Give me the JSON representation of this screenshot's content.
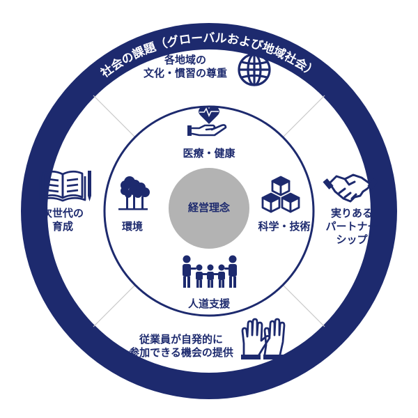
{
  "outer_ring_title": "社会の課題（グローバルおよび地域社会）",
  "center": {
    "label": "経営理念"
  },
  "inner_items": {
    "health": "医療・健康",
    "environment": "環境",
    "science": "科学・技術",
    "humanitarian": "人道支援"
  },
  "outer_items": {
    "culture": {
      "line1": "各地域の",
      "line2": "文化・慣習の尊重"
    },
    "partnership": {
      "line1": "実りある",
      "line2": "パートナー",
      "line3": "シップ"
    },
    "employee": {
      "line1": "従業員が自発的に",
      "line2": "参加できる機会の提供"
    },
    "next_gen": {
      "line1": "次世代の",
      "line2": "育成"
    }
  },
  "icons": {
    "culture": "globe-icon",
    "partnership": "handshake-icon",
    "employee": "raised-hands-icon",
    "next_gen": "book-pencil-icon",
    "health": "heart-hand-icon",
    "environment": "trees-icon",
    "science": "cubes-icon",
    "humanitarian": "family-icon"
  },
  "colors": {
    "navy": "#1d2a6e",
    "center_gray": "#b3b3b3",
    "divider_gray": "#c8c8c8",
    "white": "#ffffff"
  }
}
